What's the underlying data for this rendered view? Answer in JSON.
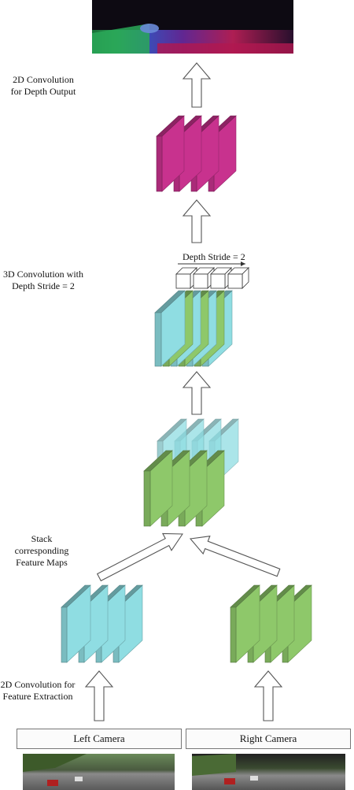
{
  "labels": {
    "depth_output": [
      "2D Convolution",
      "for Depth Output"
    ],
    "depth_stride_arrow": "Depth Stride = 2",
    "conv3d": [
      "3D Convolution with",
      "Depth Stride = 2"
    ],
    "stack": [
      "Stack",
      "corresponding",
      "Feature Maps"
    ],
    "feature_extraction": [
      "2D Convolution for",
      "Feature Extraction"
    ]
  },
  "cameras": {
    "left": "Left Camera",
    "right": "Right Camera"
  },
  "colors": {
    "magenta": "#c8328e",
    "cyan": "#8fdde2",
    "green": "#8ec86a",
    "arrow_stroke": "#555555"
  }
}
